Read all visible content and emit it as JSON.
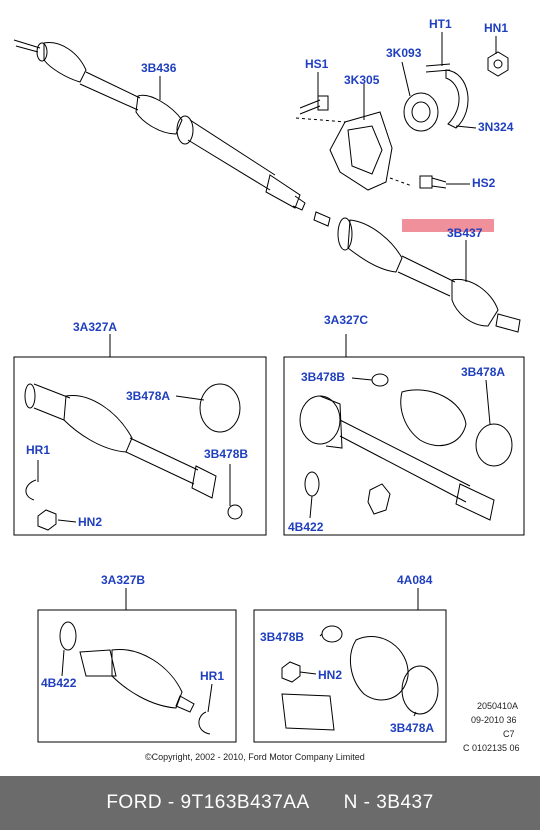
{
  "labels": {
    "hs1": "HS1",
    "ht1": "HT1",
    "hn1": "HN1",
    "k093": "3K093",
    "k305": "3K305",
    "n324": "3N324",
    "hs2": "HS2",
    "b436": "3B436",
    "b437": "3B437",
    "a327a": "3A327A",
    "a327c": "3A327C",
    "b478a_1": "3B478A",
    "hr1_1": "HR1",
    "b478b_1": "3B478B",
    "hn2_1": "HN2",
    "b478b_2": "3B478B",
    "b478a_2": "3B478A",
    "b422_1": "4B422",
    "a327b": "3A327B",
    "a084": "4A084",
    "b422_2": "4B422",
    "hr1_2": "HR1",
    "b478b_3": "3B478B",
    "hn2_2": "HN2",
    "b478a_3": "3B478A"
  },
  "info": {
    "line1": "2050410A",
    "line2": "09-2010 36",
    "line3": "C7",
    "line4": "C 0102135 06"
  },
  "copyright": "©Copyright, 2002 - 2010, Ford Motor Company Limited",
  "footer": {
    "part": "FORD - 9T163B437AA",
    "ref": "N - 3B437"
  },
  "colors": {
    "label": "#1f3fbf",
    "highlight": "#f0909a",
    "footer_bg": "#6b6b6b"
  }
}
